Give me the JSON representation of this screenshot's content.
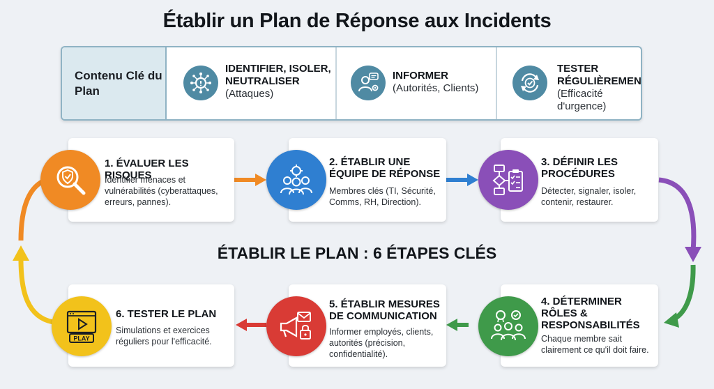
{
  "title": "Établir un Plan de Réponse aux Incidents",
  "banner": {
    "heading": "Contenu Clé du Plan",
    "items": [
      {
        "icon": "network-magnifier-icon",
        "title": "IDENTIFIER, ISOLER, NEUTRALISER",
        "subtitle": "(Attaques)"
      },
      {
        "icon": "person-chat-gear-icon",
        "title": "INFORMER",
        "subtitle": "(Autorités, Clients)"
      },
      {
        "icon": "cycle-check-icon",
        "title": "TESTER RÉGULIÈREMENT",
        "subtitle": "(Efficacité d'urgence)"
      }
    ]
  },
  "center_label": "ÉTABLIR LE PLAN : 6 ÉTAPES CLÉS",
  "steps": [
    {
      "title": "1. ÉVALUER LES RISQUES",
      "desc": "Identifier menaces et vulnérabilités (cyberattaques, erreurs, pannes).",
      "color": "#f08a24",
      "icon": "shield-magnifier-icon"
    },
    {
      "title": "2. ÉTABLIR UNE ÉQUIPE DE RÉPONSE",
      "desc": "Membres clés (TI, Sécurité, Comms, RH, Direction).",
      "color": "#2f7fd1",
      "icon": "team-gear-icon"
    },
    {
      "title": "3. DÉFINIR LES PROCÉDURES",
      "desc": "Détecter, signaler, isoler, contenir, restaurer.",
      "color": "#8a4fb8",
      "icon": "flowchart-clipboard-icon"
    },
    {
      "title": "4. DÉTERMINER RÔLES & RESPONSABILITÉS",
      "desc": "Chaque membre sait clairement ce qu'il doit faire.",
      "color": "#3f9a4a",
      "icon": "people-badges-icon"
    },
    {
      "title": "5. ÉTABLIR MESURES DE COMMUNICATION",
      "desc": "Informer employés, clients, autorités (précision, confidentialité).",
      "color": "#d93b35",
      "icon": "megaphone-mail-lock-icon"
    },
    {
      "title": "6. TESTER LE PLAN",
      "desc": "Simulations et exercices réguliers pour l'efficacité.",
      "color": "#f2c21b",
      "icon": "video-play-icon",
      "badge": "PLAY"
    }
  ],
  "colors": {
    "arrow_orange": "#f08a24",
    "arrow_blue": "#2f7fd1",
    "arrow_purple": "#8a4fb8",
    "arrow_green": "#3f9a4a",
    "arrow_red": "#d93b35",
    "arrow_yellow": "#f2c21b",
    "banner_icon": "#4f8aa3"
  }
}
